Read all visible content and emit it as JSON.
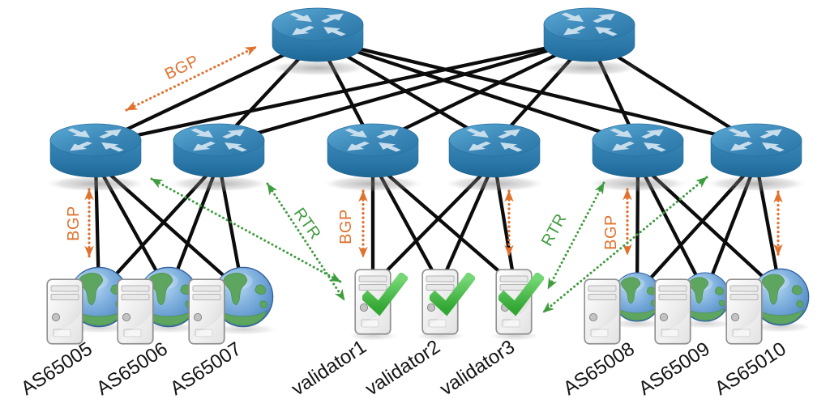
{
  "diagram_type": "network-topology",
  "protocol_labels": {
    "bgp": "BGP",
    "rtr": "RTR"
  },
  "node_labels": {
    "left_as": [
      "AS65005",
      "AS65006",
      "AS65007"
    ],
    "validators": [
      "validator1",
      "validator2",
      "validator3"
    ],
    "right_as": [
      "AS65008",
      "AS65009",
      "AS65010"
    ]
  },
  "colors": {
    "bgp_arrow": "#e0712e",
    "rtr_arrow": "#3f9c3f",
    "link": "#0c0c0c",
    "router_blue": "#2f7cab",
    "validator_check": "#4cc14c",
    "globe_ocean": "#6ba3d6",
    "continent_green": "#5ea560"
  }
}
